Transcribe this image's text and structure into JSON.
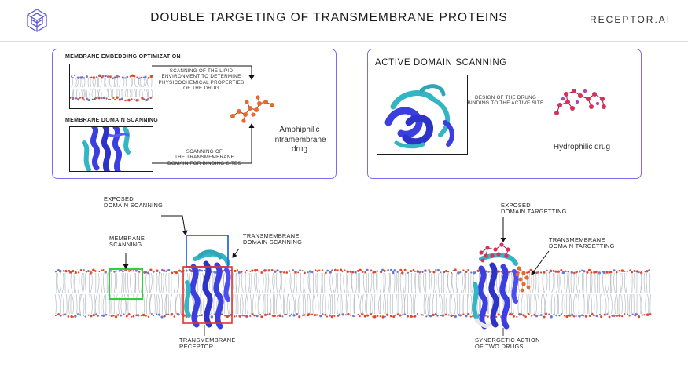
{
  "header": {
    "title": "DOUBLE TARGETING OF TRANSMEMBRANE  PROTEINS",
    "brand": "RECEPTOR.AI",
    "logo_icon": "receptor-ai-hex-logo"
  },
  "left_panel": {
    "embedding_title": "MEMBRANE EMBEDDING OPTIMIZATION",
    "embedding_note": [
      "SCANNING OF THE  LIPID",
      "ENVIRONMENT TO DETERMINE",
      "PHYSICOCHEMICAL PROPERTIES",
      "OF THE DRUG"
    ],
    "domain_title": "MEMBRANE DOMAIN SCANNING",
    "domain_note": [
      "SCANNING OF",
      "THE TRANSMEMBRANE",
      "DOMAIN FOR BINDING SITES"
    ],
    "drug_label": [
      "Amphiphilic",
      "intramembrane",
      "drug"
    ]
  },
  "right_panel": {
    "title": "ACTIVE DOMAIN SCANNING",
    "note": [
      "DESIGN OF THE DRUNG",
      "BINDING TO THE ACTIVE SITE"
    ],
    "drug_label": "Hydrophilic drug"
  },
  "bottom": {
    "exposed_scanning": [
      "EXPOSED",
      "DOMAIN SCANNING"
    ],
    "membrane_scanning": [
      "MEMBRANE",
      "SCANNING"
    ],
    "tm_scanning": [
      "TRANSMEMBRANE",
      "DOMAIN SCANNING"
    ],
    "tm_receptor": [
      "TRANSMEMBRANE",
      "RECEPTOR"
    ],
    "exposed_targetting": [
      "EXPOSED",
      "DOMAIN TARGETTING"
    ],
    "tm_targetting": [
      "TRANSMEMBRANE",
      "DOMAIN TARGETTING"
    ],
    "synergetic": [
      "SYNERGETIC ACTION",
      "OF TWO DRUGS"
    ]
  },
  "colors": {
    "panel_border": "#7a6cf0",
    "helix_blue": "#3b3fe0",
    "helix_cyan": "#33b5c4",
    "lipid_gray": "#b8bcc4",
    "lipid_red": "#e0472b",
    "amphiphilic_drug": "#e8692b",
    "hydrophilic_drug": "#d8305a",
    "box_green": "#2fd13a",
    "box_blue": "#2a6ae6",
    "box_red": "#e0352b"
  }
}
